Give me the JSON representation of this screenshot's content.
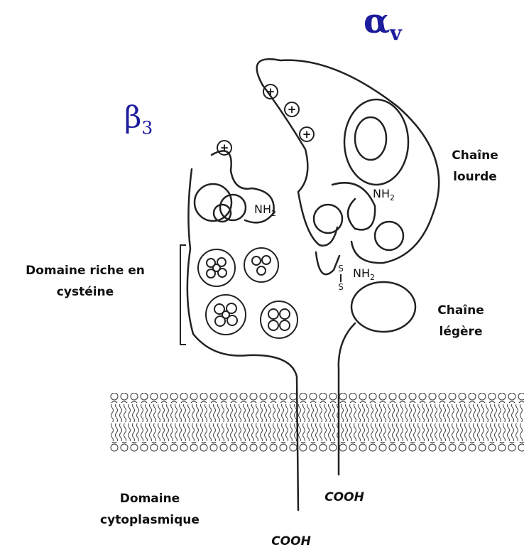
{
  "beta_subunit": {
    "symbol": "β",
    "subscript": "3"
  },
  "alpha_subunit": {
    "symbol": "α",
    "subscript": "v"
  },
  "labels": {
    "heavy_chain_1": "Chaîne",
    "heavy_chain_2": "lourde",
    "cysteine_domain_1": "Domaine riche en",
    "cysteine_domain_2": "cystéine",
    "light_chain_1": "Chaîne",
    "light_chain_2": "légère",
    "cytoplasmic_domain_1": "Domaine",
    "cytoplasmic_domain_2": "cytoplasmique",
    "cooh_alpha": "COOH",
    "cooh_beta": "COOH",
    "nh2_beta": "NH",
    "nh2_alpha_heavy": "NH",
    "nh2_alpha_light": "NH",
    "nh2_subscript": "2",
    "disulfide_s1": "S",
    "disulfide_s2": "S"
  },
  "charge_symbol": "+",
  "colors": {
    "greek": "#1c1c9c",
    "line": "#222222"
  }
}
